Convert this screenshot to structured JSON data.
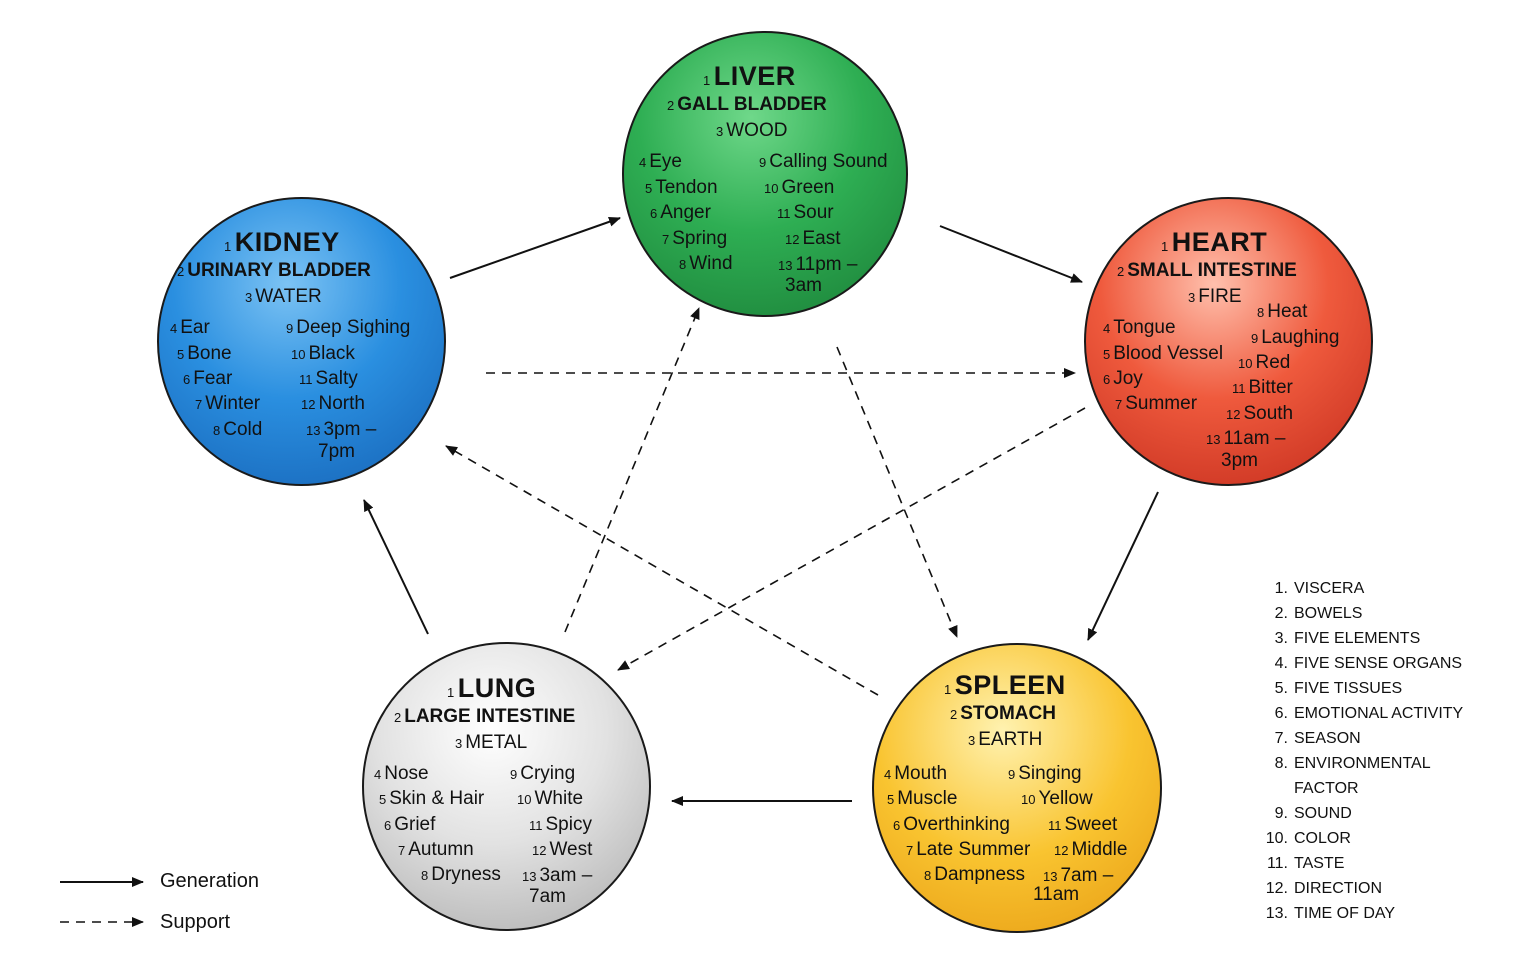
{
  "organs": {
    "liver": {
      "viscera": "LIVER",
      "bowel": "GALL BLADDER",
      "element": "WOOD",
      "sense_organ": "Eye",
      "tissue": "Tendon",
      "emotion": "Anger",
      "season": "Spring",
      "environment": "Wind",
      "sound": "Calling Sound",
      "color": "Green",
      "taste": "Sour",
      "direction": "East",
      "time_line1": "11pm –",
      "time_line2": "3am"
    },
    "kidney": {
      "viscera": "KIDNEY",
      "bowel": "URINARY BLADDER",
      "element": "WATER",
      "sense_organ": "Ear",
      "tissue": "Bone",
      "emotion": "Fear",
      "season": "Winter",
      "environment": "Cold",
      "sound": "Deep Sighing",
      "color": "Black",
      "taste": "Salty",
      "direction": "North",
      "time_line1": "3pm –",
      "time_line2": "7pm"
    },
    "heart": {
      "viscera": "HEART",
      "bowel": "SMALL INTESTINE",
      "element": "FIRE",
      "sense_organ": "Tongue",
      "tissue": "Blood Vessel",
      "emotion": "Joy",
      "season": "Summer",
      "environment": "Heat",
      "sound": "Laughing",
      "color": "Red",
      "taste": "Bitter",
      "direction": "South",
      "time_line1": "11am –",
      "time_line2": "3pm"
    },
    "lung": {
      "viscera": "LUNG",
      "bowel": "LARGE INTESTINE",
      "element": "METAL",
      "sense_organ": "Nose",
      "tissue": "Skin & Hair",
      "emotion": "Grief",
      "season": "Autumn",
      "environment": "Dryness",
      "sound": "Crying",
      "color": "White",
      "taste": "Spicy",
      "direction": "West",
      "time_line1": "3am –",
      "time_line2": "7am"
    },
    "spleen": {
      "viscera": "SPLEEN",
      "bowel": "STOMACH",
      "element": "EARTH",
      "sense_organ": "Mouth",
      "tissue": "Muscle",
      "emotion": "Overthinking",
      "season": "Late Summer",
      "environment": "Dampness",
      "sound": "Singing",
      "color": "Yellow",
      "taste": "Sweet",
      "direction": "Middle",
      "time_line1": "7am –",
      "time_line2": "11am"
    }
  },
  "numbers": [
    "1",
    "2",
    "3",
    "4",
    "5",
    "6",
    "7",
    "8",
    "9",
    "10",
    "11",
    "12",
    "13"
  ],
  "legend": {
    "generation": "Generation",
    "support": "Support"
  },
  "key": [
    {
      "num": "1.",
      "label": "VISCERA"
    },
    {
      "num": "2.",
      "label": "BOWELS"
    },
    {
      "num": "3.",
      "label": "FIVE ELEMENTS"
    },
    {
      "num": "4.",
      "label": "FIVE SENSE ORGANS"
    },
    {
      "num": "5.",
      "label": "FIVE TISSUES"
    },
    {
      "num": "6.",
      "label": "EMOTIONAL ACTIVITY"
    },
    {
      "num": "7.",
      "label": "SEASON"
    },
    {
      "num": "8.",
      "label": "ENVIRONMENTAL",
      "label2": "FACTOR"
    },
    {
      "num": "9.",
      "label": "SOUND"
    },
    {
      "num": "10.",
      "label": "COLOR"
    },
    {
      "num": "11.",
      "label": "TASTE"
    },
    {
      "num": "12.",
      "label": "DIRECTION"
    },
    {
      "num": "13.",
      "label": "TIME OF DAY"
    }
  ]
}
